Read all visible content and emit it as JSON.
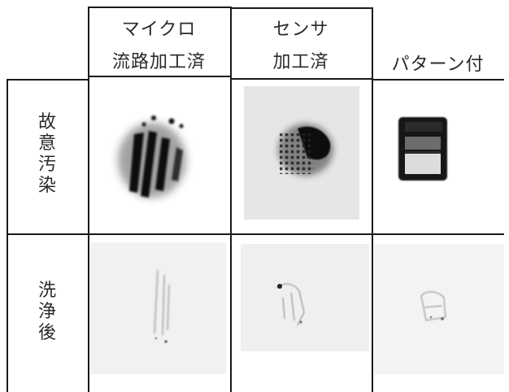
{
  "columns": [
    {
      "line1": "マイクロ",
      "line2": "流路加工済"
    },
    {
      "line1": "センサ",
      "line2": "加工済"
    },
    {
      "line1": "",
      "line2": "パターン付"
    }
  ],
  "rows": [
    {
      "label": [
        "故",
        "意",
        "汚",
        "染"
      ]
    },
    {
      "label": [
        "洗",
        "浄",
        "後"
      ]
    }
  ]
}
